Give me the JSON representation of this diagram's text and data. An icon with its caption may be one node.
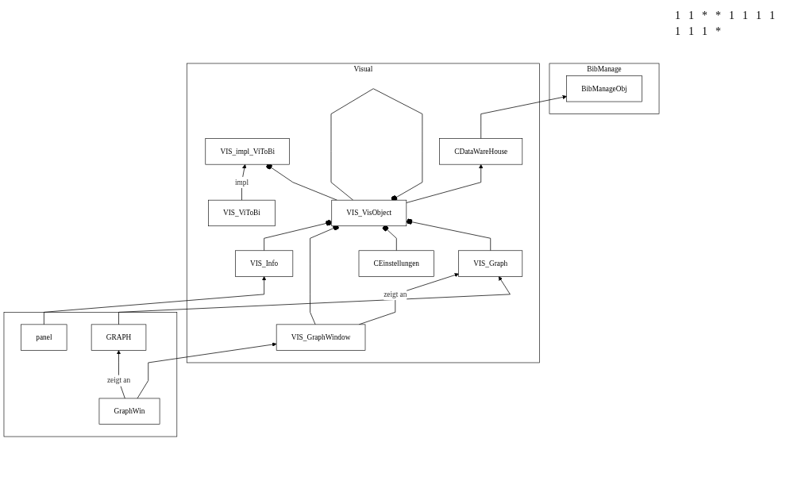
{
  "diagram": {
    "nodes": [
      {
        "text": [
          "Visual"
        ]
      },
      {
        "text": [
          "VIS_ViToBi"
        ],
        "in": 0
      },
      {
        "text": [
          "VIS_impl_ViToBi"
        ],
        "in": 0
      },
      {
        "text": [
          "BibManage"
        ]
      },
      {
        "text": [
          "BibManageObj"
        ],
        "in": 3
      },
      {
        "text": [
          "CDataWareHouse"
        ],
        "in": 0
      },
      {
        "text": [
          "VIS_VisObject"
        ],
        "in": 0
      },
      {
        "text": [
          "VIS_GraphWindow"
        ],
        "in": 0
      },
      {
        "text": [
          "CEinstellungen"
        ],
        "in": 0
      },
      {
        "text": [
          "VIS_Graph"
        ],
        "in": 0
      },
      {
        "text": [
          "VIS_Info"
        ],
        "in": 0
      },
      {
        "text": [],
        "shape": "box"
      },
      {
        "text": [
          "GraphWin"
        ],
        "in": 11
      },
      {
        "text": [
          "GRAPH"
        ],
        "in": 11
      },
      {
        "text": [
          "panel"
        ],
        "in": 11
      }
    ],
    "edges": [
      {
        "from": 1,
        "to": 2,
        "arrow": "to",
        "label": "impl"
      },
      {
        "from": 6,
        "to": 2,
        "arrow": "other"
      },
      {
        "from": 6,
        "to": 6,
        "arrow": "other"
      },
      {
        "from": 6,
        "to": 5,
        "arrow": "to"
      },
      {
        "from": 5,
        "to": 4,
        "arrow": "to"
      },
      {
        "from": 10,
        "to": 6,
        "arrow": "other"
      },
      {
        "from": 7,
        "to": 6,
        "arrow": "other"
      },
      {
        "from": 8,
        "to": 6,
        "arrow": "other"
      },
      {
        "from": 9,
        "to": 6,
        "arrow": "other"
      },
      {
        "from": 7,
        "to": 9,
        "arrow": "to",
        "label": "zeigt an"
      },
      {
        "from": 12,
        "to": 7,
        "arrow": "to"
      },
      {
        "from": 13,
        "to": 9,
        "arrow": "to"
      },
      {
        "from": 14,
        "to": 10,
        "arrow": "to"
      },
      {
        "from": 12,
        "to": 13,
        "arrow": "to",
        "label": "zeigt an"
      }
    ],
    "labels": [
      "1",
      "1",
      "*",
      "*",
      "1",
      "1",
      "1",
      "1",
      "1",
      "1",
      "1",
      "*"
    ]
  }
}
